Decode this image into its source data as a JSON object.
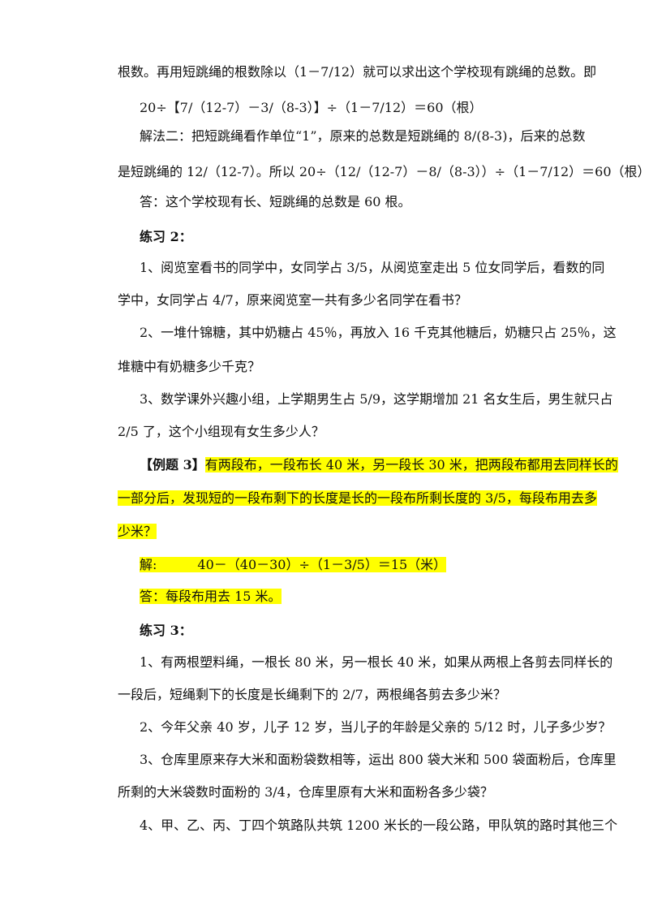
{
  "solution_cont": {
    "line1": "根数。再用短跳绳的根数除以（1－7/12）就可以求出这个学校现有跳绳的总数。即",
    "formula1": "20÷【7/（12-7）－3/（8-3）】÷（1－7/12）＝60（根）",
    "method2_line1": "解法二：把短跳绳看作单位“1”，原来的总数是短跳绳的 8/(8-3)，后来的总数",
    "method2_line2": "是短跳绳的 12/（12-7）。所以 20÷（12/（12-7）－8/（8-3））÷（1－7/12）＝60（根）",
    "answer": "答：这个学校现有长、短跳绳的总数是 60 根。"
  },
  "practice2": {
    "heading": "练习 2：",
    "q1_line1": "1、阅览室看书的同学中，女同学占 3/5，从阅览室走出 5 位女同学后，看数的同",
    "q1_line2": "学中，女同学占 4/7，原来阅览室一共有多少名同学在看书？",
    "q2_line1": "2、一堆什锦糖，其中奶糖占 45％，再放入 16 千克其他糖后，奶糖只占 25％，这",
    "q2_line2": "堆糖中有奶糖多少千克？",
    "q3_line1": "3、数学课外兴趣小组，上学期男生占 5/9，这学期增加 21 名女生后，男生就只占",
    "q3_line2": "2/5 了，这个小组现有女生多少人？"
  },
  "example3": {
    "label": "【例题 3】",
    "line1": "有两段布，一段布长 40 米，另一段长 30 米，把两段布都用去同样长的",
    "line2": "一部分后，发现短的一段布剩下的长度是长的一段布所剩长度的 3/5，每段布用去多",
    "line3": "少米？",
    "solution_label": "解:",
    "solution": "40－（40－30）÷（1－3/5）＝15（米）",
    "answer": "答：每段布用去 15 米。"
  },
  "practice3": {
    "heading": "练习 3：",
    "q1_line1": "1、有两根塑料绳，一根长 80 米，另一根长 40 米，如果从两根上各剪去同样长的",
    "q1_line2": "一段后，短绳剩下的长度是长绳剩下的 2/7，两根绳各剪去多少米？",
    "q2_line1": "2、今年父亲 40 岁，儿子 12 岁，当儿子的年龄是父亲的 5/12 时，儿子多少岁？",
    "q3_line1": "3、仓库里原来存大米和面粉袋数相等，运出 800 袋大米和 500 袋面粉后，仓库里",
    "q3_line2": "所剩的大米袋数时面粉的 3/4，仓库里原有大米和面粉各多少袋？",
    "q4_line1": "4、甲、乙、丙、丁四个筑路队共筑 1200 米长的一段公路，甲队筑的路时其他三个"
  },
  "colors": {
    "highlight": "#ffff00",
    "text": "#111111"
  }
}
